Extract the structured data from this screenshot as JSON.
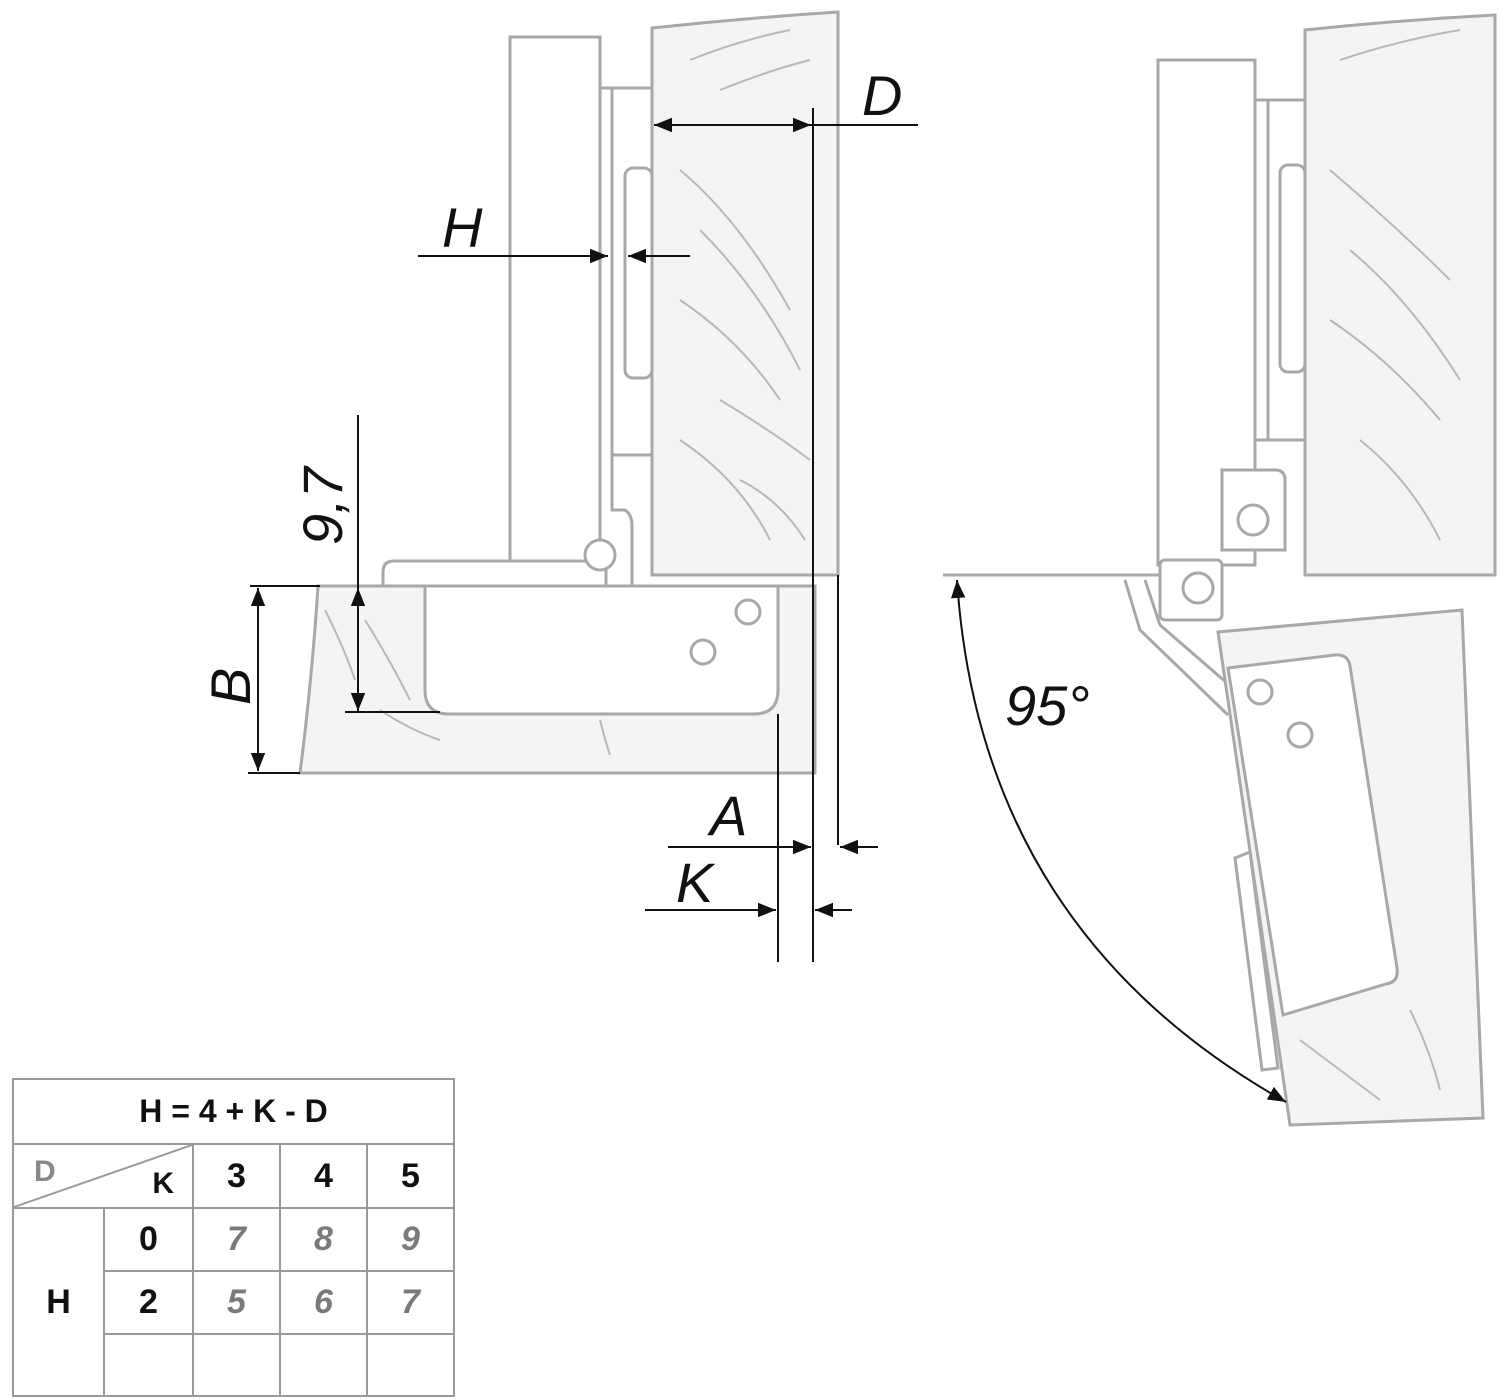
{
  "labels": {
    "D": "D",
    "H": "H",
    "dim_97": "9,7",
    "B": "B",
    "A": "A",
    "K": "K",
    "angle": "95°"
  },
  "table": {
    "formula": "H = 4 + K - D",
    "corner_d": "D",
    "corner_k": "K",
    "row_header": "H",
    "k_values": [
      "3",
      "4",
      "5"
    ],
    "rows": [
      {
        "d": "0",
        "h": [
          "7",
          "8",
          "9"
        ]
      },
      {
        "d": "2",
        "h": [
          "5",
          "6",
          "7"
        ]
      },
      {
        "d": "",
        "h": [
          "",
          "",
          ""
        ]
      }
    ]
  }
}
